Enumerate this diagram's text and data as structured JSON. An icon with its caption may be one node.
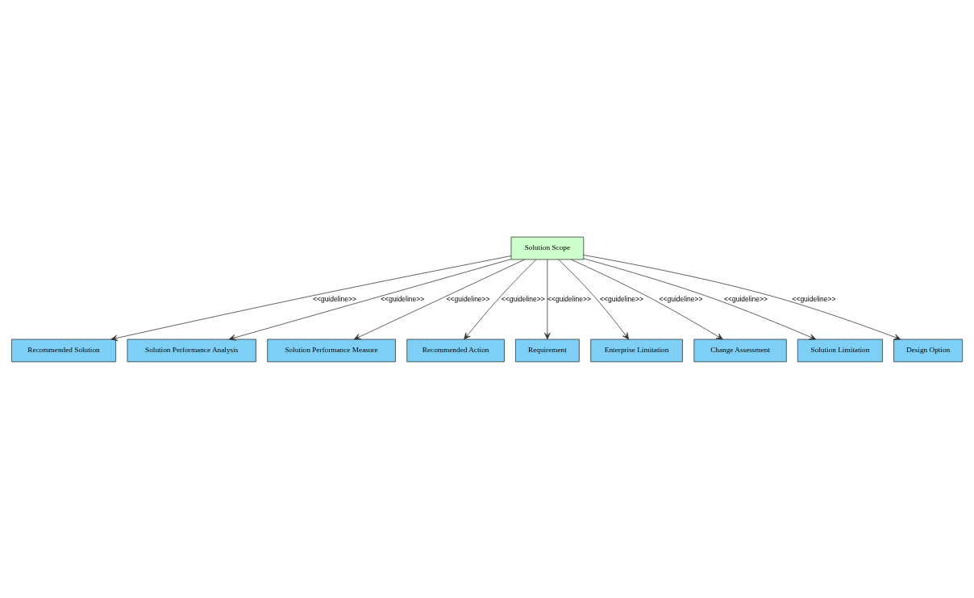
{
  "diagram": {
    "nodes": [
      {
        "text": [
          "Solution Scope"
        ]
      },
      {
        "text": [
          "Recommended Solution"
        ]
      },
      {
        "text": [
          "Solution Performance Analysis"
        ]
      },
      {
        "text": [
          "Solution Performance Measure"
        ]
      },
      {
        "text": [
          "Recommended Action"
        ]
      },
      {
        "text": [
          "Requirement"
        ]
      },
      {
        "text": [
          "Enterprise Limitation"
        ]
      },
      {
        "text": [
          "Change Assessment"
        ]
      },
      {
        "text": [
          "Solution Limitation"
        ]
      },
      {
        "text": [
          "Design Option"
        ]
      }
    ],
    "edges": [
      {
        "from": 0,
        "to": 1,
        "arrow": "to",
        "label": "<<guideline>>"
      },
      {
        "from": 0,
        "to": 2,
        "arrow": "to",
        "label": "<<guideline>>"
      },
      {
        "from": 0,
        "to": 3,
        "arrow": "to",
        "label": "<<guideline>>"
      },
      {
        "from": 0,
        "to": 4,
        "arrow": "to",
        "label": "<<guideline>>"
      },
      {
        "from": 0,
        "to": 5,
        "arrow": "to",
        "label": "<<guideline>>"
      },
      {
        "from": 0,
        "to": 9,
        "arrow": "to",
        "label": "<<guideline>>"
      },
      {
        "from": 0,
        "to": 8,
        "arrow": "to",
        "label": "<<guideline>>"
      },
      {
        "from": 0,
        "to": 7,
        "arrow": "to",
        "label": "<<guideline>>"
      },
      {
        "from": 0,
        "to": 6,
        "arrow": "to",
        "label": "<<guideline>>"
      }
    ]
  }
}
